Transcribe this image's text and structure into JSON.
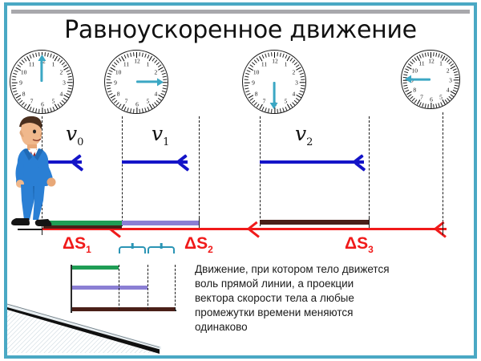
{
  "slide": {
    "title": "Равноускоренное движение",
    "border_color": "#4aa8c4",
    "accent_red": "#f01a1a",
    "accent_blue": "#1414c8",
    "accent_teal": "#3ba7c4"
  },
  "clocks": [
    {
      "name": "clock-t0",
      "hand_label": "12",
      "hand_angle_deg": -90,
      "numerals": [
        "12",
        "1",
        "2",
        "3",
        "4",
        "5",
        "6",
        "7",
        "8",
        "9",
        "10",
        "11"
      ]
    },
    {
      "name": "clock-t1",
      "hand_label": "3",
      "hand_angle_deg": 0,
      "numerals": [
        "12",
        "1",
        "2",
        "3",
        "4",
        "5",
        "6",
        "7",
        "8",
        "9",
        "10",
        "11"
      ]
    },
    {
      "name": "clock-t2",
      "hand_label": "6",
      "hand_angle_deg": 90,
      "numerals": [
        "12",
        "1",
        "2",
        "3",
        "4",
        "5",
        "6",
        "7",
        "8",
        "9",
        "10",
        "11"
      ]
    },
    {
      "name": "clock-t3",
      "hand_label": "9",
      "hand_angle_deg": 180,
      "numerals": [
        "12",
        "1",
        "2",
        "3",
        "4",
        "5",
        "6",
        "7",
        "8",
        "9",
        "10",
        "11"
      ]
    }
  ],
  "velocities": [
    {
      "symbol": "v",
      "sub": "0"
    },
    {
      "symbol": "v",
      "sub": "1"
    },
    {
      "symbol": "v",
      "sub": "2"
    }
  ],
  "displacements": [
    {
      "symbol": "ΔS",
      "sub": "1",
      "color": "#1f9d55"
    },
    {
      "symbol": "ΔS",
      "sub": "2",
      "color": "#8b7fd4"
    },
    {
      "symbol": "ΔS",
      "sub": "3",
      "color": "#4a1f18"
    }
  ],
  "comparison_bars": [
    {
      "name": "bar-delta-s1",
      "color": "#1f9d55"
    },
    {
      "name": "bar-delta-s2",
      "color": "#8b7fd4"
    },
    {
      "name": "bar-delta-s3",
      "color": "#4a1f18"
    }
  ],
  "description": {
    "lines": [
      "Движение, при котором тело движется",
      "воль прямой линии, а проекции",
      "вектора скорости тела а любые",
      "промежутки времени меняются",
      "одинаково"
    ]
  }
}
